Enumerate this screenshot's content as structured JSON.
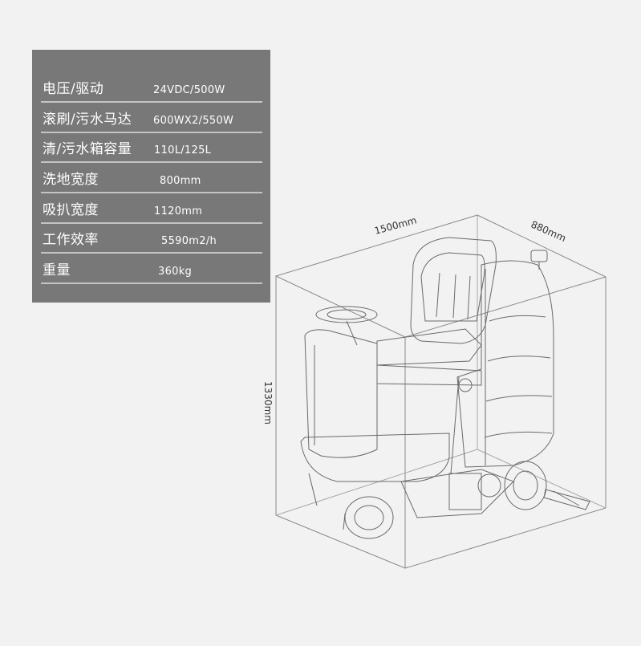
{
  "specs": [
    {
      "label": "电压/驱动",
      "value": "24VDC/500W"
    },
    {
      "label": "滚刷/污水马达",
      "value": "600WX2/550W"
    },
    {
      "label": "清/污水箱容量",
      "value": "110L/125L"
    },
    {
      "label": "洗地宽度",
      "value": "800mm"
    },
    {
      "label": "吸扒宽度",
      "value": "1120mm"
    },
    {
      "label": "工作效率",
      "value": "5590m2/h"
    },
    {
      "label": "重量",
      "value": "360kg"
    }
  ],
  "dimensions": {
    "length": "1500mm",
    "width": "880mm",
    "height": "1330mm"
  }
}
